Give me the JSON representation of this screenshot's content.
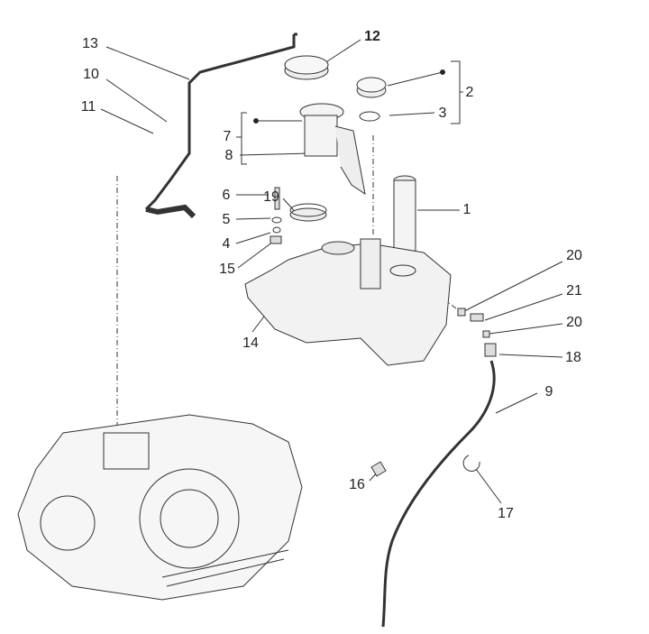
{
  "diagram": {
    "callouts": [
      {
        "id": "c13",
        "text": "13"
      },
      {
        "id": "c12",
        "text": "12"
      },
      {
        "id": "c10",
        "text": "10"
      },
      {
        "id": "c11",
        "text": "11"
      },
      {
        "id": "c2",
        "text": "2"
      },
      {
        "id": "c3",
        "text": "3"
      },
      {
        "id": "c7",
        "text": "7"
      },
      {
        "id": "c8",
        "text": "8"
      },
      {
        "id": "c6",
        "text": "6"
      },
      {
        "id": "c19",
        "text": "19"
      },
      {
        "id": "c1",
        "text": "1"
      },
      {
        "id": "c5",
        "text": "5"
      },
      {
        "id": "c4",
        "text": "4"
      },
      {
        "id": "c15",
        "text": "15"
      },
      {
        "id": "c20a",
        "text": "20"
      },
      {
        "id": "c21",
        "text": "21"
      },
      {
        "id": "c20b",
        "text": "20"
      },
      {
        "id": "c18",
        "text": "18"
      },
      {
        "id": "c14",
        "text": "14"
      },
      {
        "id": "c9",
        "text": "9"
      },
      {
        "id": "c16",
        "text": "16"
      },
      {
        "id": "c17",
        "text": "17"
      }
    ],
    "colors": {
      "line": "#333333",
      "fill": "#f4f4f4",
      "background": "#ffffff"
    }
  }
}
